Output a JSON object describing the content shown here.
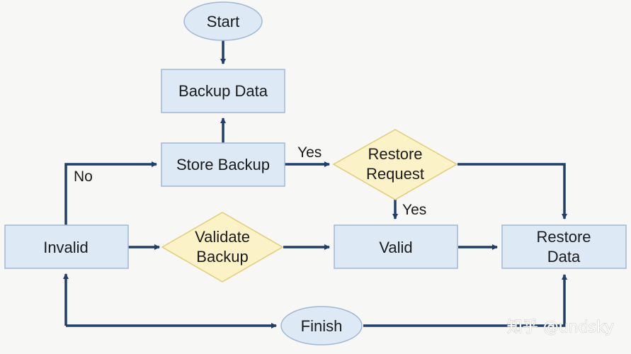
{
  "nodes": {
    "start": {
      "label": "Start"
    },
    "backup_data": {
      "label": "Backup Data"
    },
    "store_backup": {
      "label": "Store Backup"
    },
    "restore_request": {
      "line1": "Restore",
      "line2": "Request"
    },
    "invalid": {
      "label": "Invalid"
    },
    "validate_backup": {
      "line1": "Validate",
      "line2": "Backup"
    },
    "valid": {
      "label": "Valid"
    },
    "restore_data": {
      "line1": "Restore",
      "line2": "Data"
    },
    "finish": {
      "label": "Finish"
    }
  },
  "edge_labels": {
    "no": "No",
    "yes_request": "Yes",
    "yes_valid": "Yes"
  },
  "watermark": "知乎 @undsky",
  "colors": {
    "background": "#f7f7f5",
    "box_fill": "#dde9f5",
    "box_stroke": "#9fb8d3",
    "diamond_fill": "#fbf2c8",
    "diamond_stroke": "#e2cd76",
    "arrow": "#1e3f6e"
  }
}
